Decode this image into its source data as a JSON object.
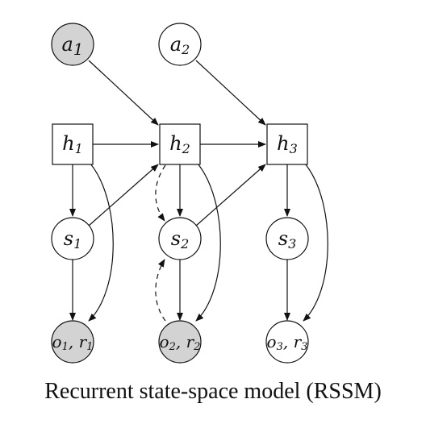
{
  "colors": {
    "observed_fill": "#d3d3d3",
    "latent_fill": "#ffffff",
    "stroke": "#111111"
  },
  "nodes": {
    "a1": "a",
    "a1_sub": "1",
    "a2": "a",
    "a2_sub": "2",
    "h1": "h",
    "h1_sub": "1",
    "h2": "h",
    "h2_sub": "2",
    "h3": "h",
    "h3_sub": "3",
    "s1": "s",
    "s1_sub": "1",
    "s2": "s",
    "s2_sub": "2",
    "s3": "s",
    "s3_sub": "3",
    "o1": "o",
    "o1_sub": "1",
    "r1": "r",
    "r1_sub": "1",
    "o2": "o",
    "o2_sub": "2",
    "r2": "r",
    "r2_sub": "2",
    "o3": "o",
    "o3_sub": "3",
    "r3": "r",
    "r3_sub": "3",
    "separator": ", "
  },
  "caption": "Recurrent state-space model (RSSM)"
}
